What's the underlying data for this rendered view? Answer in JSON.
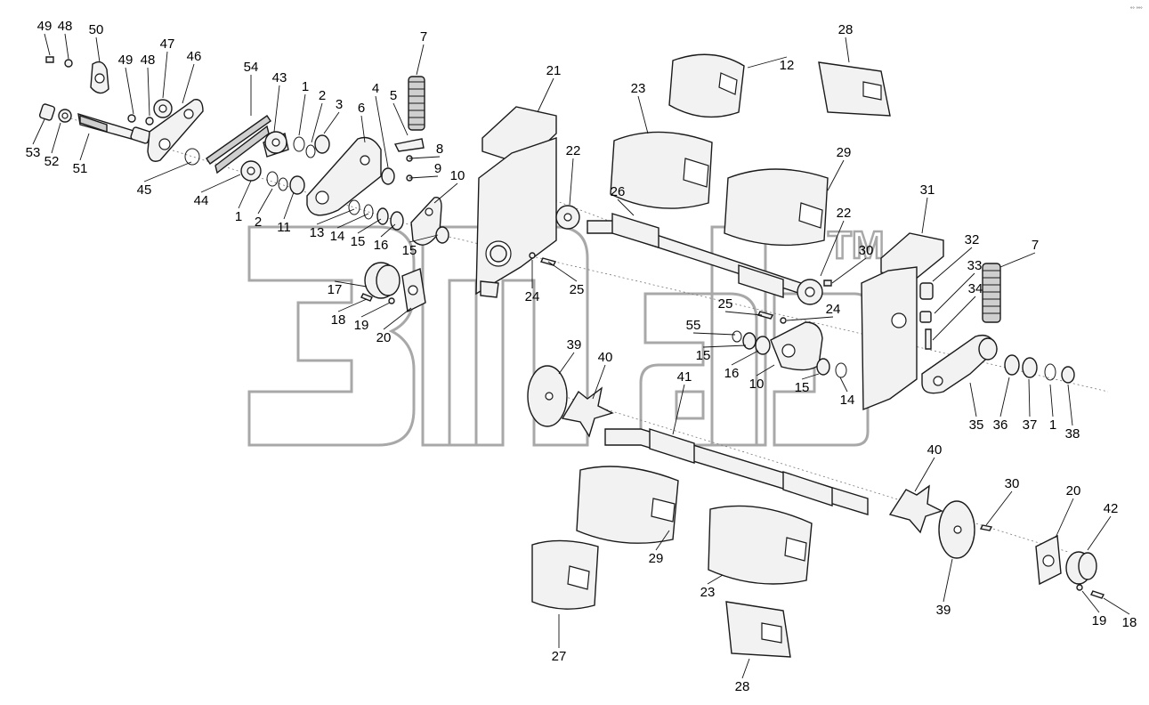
{
  "watermark": {
    "trademark": "TM"
  },
  "corner_mark": "°° °°°",
  "callouts": [
    {
      "n": "49"
    },
    {
      "n": "48"
    },
    {
      "n": "50"
    },
    {
      "n": "47"
    },
    {
      "n": "46"
    },
    {
      "n": "49"
    },
    {
      "n": "48"
    },
    {
      "n": "53"
    },
    {
      "n": "52"
    },
    {
      "n": "51"
    },
    {
      "n": "45"
    },
    {
      "n": "44"
    },
    {
      "n": "54"
    },
    {
      "n": "43"
    },
    {
      "n": "1"
    },
    {
      "n": "2"
    },
    {
      "n": "3"
    },
    {
      "n": "1"
    },
    {
      "n": "2"
    },
    {
      "n": "11"
    },
    {
      "n": "6"
    },
    {
      "n": "4"
    },
    {
      "n": "5"
    },
    {
      "n": "7"
    },
    {
      "n": "8"
    },
    {
      "n": "9"
    },
    {
      "n": "10"
    },
    {
      "n": "13"
    },
    {
      "n": "14"
    },
    {
      "n": "15"
    },
    {
      "n": "16"
    },
    {
      "n": "15"
    },
    {
      "n": "17"
    },
    {
      "n": "18"
    },
    {
      "n": "19"
    },
    {
      "n": "20"
    },
    {
      "n": "21"
    },
    {
      "n": "22"
    },
    {
      "n": "24"
    },
    {
      "n": "25"
    },
    {
      "n": "23"
    },
    {
      "n": "26"
    },
    {
      "n": "12"
    },
    {
      "n": "28"
    },
    {
      "n": "29"
    },
    {
      "n": "22"
    },
    {
      "n": "30"
    },
    {
      "n": "25"
    },
    {
      "n": "24"
    },
    {
      "n": "55"
    },
    {
      "n": "15"
    },
    {
      "n": "16"
    },
    {
      "n": "10"
    },
    {
      "n": "15"
    },
    {
      "n": "14"
    },
    {
      "n": "31"
    },
    {
      "n": "32"
    },
    {
      "n": "33"
    },
    {
      "n": "34"
    },
    {
      "n": "7"
    },
    {
      "n": "35"
    },
    {
      "n": "36"
    },
    {
      "n": "37"
    },
    {
      "n": "1"
    },
    {
      "n": "38"
    },
    {
      "n": "39"
    },
    {
      "n": "40"
    },
    {
      "n": "41"
    },
    {
      "n": "29"
    },
    {
      "n": "27"
    },
    {
      "n": "23"
    },
    {
      "n": "28"
    },
    {
      "n": "40"
    },
    {
      "n": "30"
    },
    {
      "n": "39"
    },
    {
      "n": "20"
    },
    {
      "n": "42"
    },
    {
      "n": "19"
    },
    {
      "n": "18"
    }
  ]
}
